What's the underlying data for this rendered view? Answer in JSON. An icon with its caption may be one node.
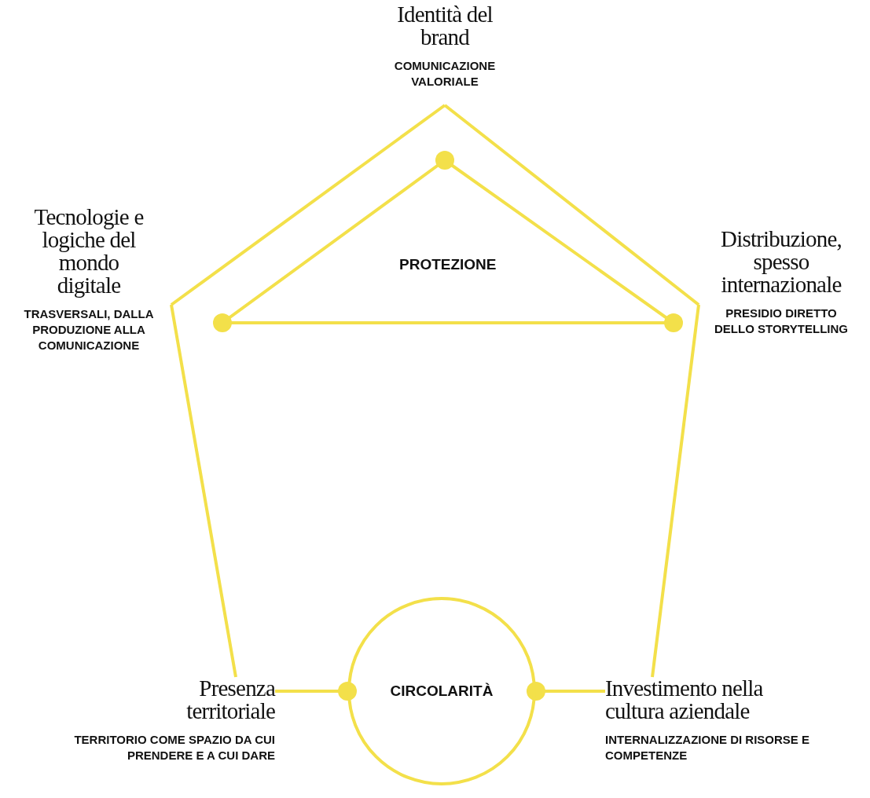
{
  "diagram": {
    "nodes": [
      {
        "text": [
          "Identità del brand",
          "COMUNICAZIONE VALORIALE"
        ]
      },
      {
        "text": [
          "PROTEZIONE"
        ]
      },
      {
        "text": [
          "Tecnologie e logiche del mondo digitale",
          "TRASVERSALI, DALLA PRODUZIONE ALLA COMUNICAZIONE"
        ]
      },
      {
        "text": [
          "Distribuzione, spesso internazionale",
          "PRESIDIO DIRETTO DELLO STORYTELLING"
        ]
      },
      {
        "text": [
          "CIRCOLARITÀ"
        ]
      },
      {
        "text": [
          "Presenza territoriale",
          "TERRITORIO COME SPAZIO DA CUI PRENDERE E A CUI DARE"
        ]
      },
      {
        "text": [
          "Investimento nella cultura aziendale",
          "INTERNALIZZAZIONE DI RISORSE E COMPETENZE"
        ]
      }
    ],
    "edges": [
      {
        "from": 0,
        "to": 2,
        "arrow": "none"
      },
      {
        "from": 0,
        "to": 3,
        "arrow": "none"
      },
      {
        "from": 2,
        "to": 5,
        "arrow": "none"
      },
      {
        "from": 3,
        "to": 6,
        "arrow": "none"
      },
      {
        "from": 5,
        "to": 4,
        "arrow": "other"
      },
      {
        "from": 6,
        "to": 4,
        "arrow": "other"
      }
    ]
  }
}
